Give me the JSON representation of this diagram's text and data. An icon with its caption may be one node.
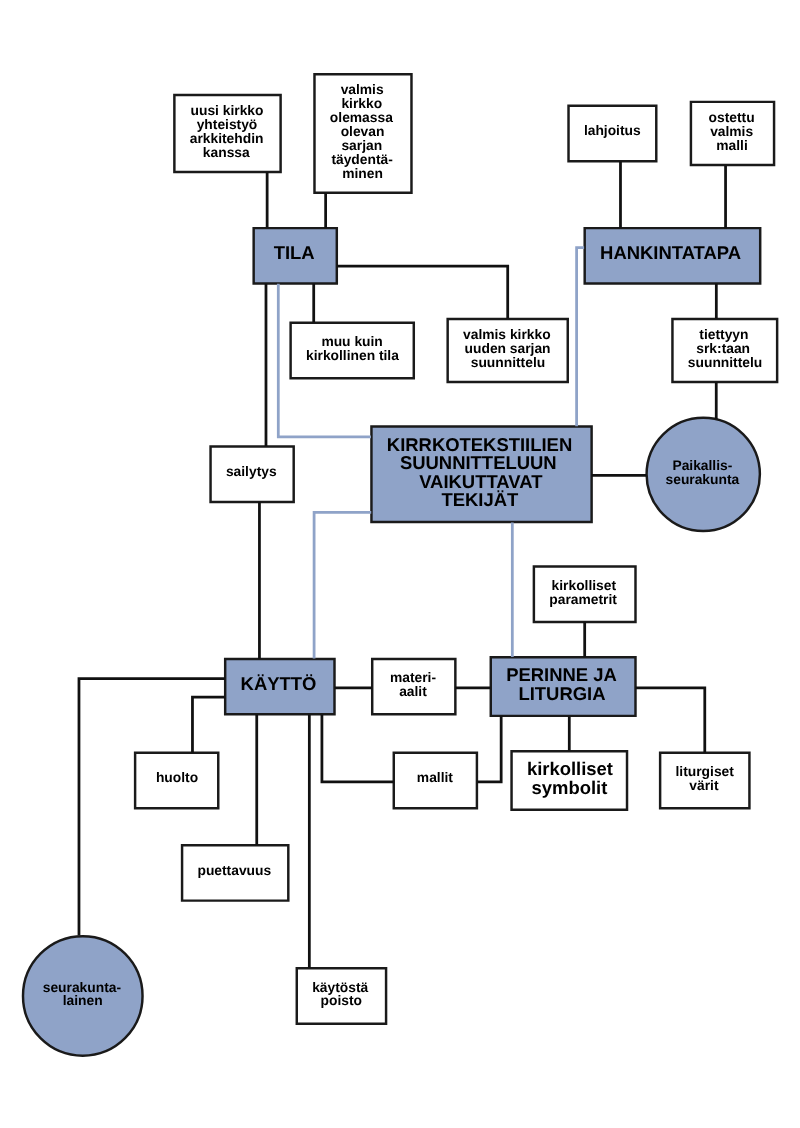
{
  "diagram": {
    "nodes": [
      {
        "text": [
          "uusi kirkko yhteistyö arkkitehdin kanssa"
        ]
      },
      {
        "text": [
          "valmis kirkko olemassa olevan sarjan täydentä-minen"
        ]
      },
      {
        "text": [
          "lahjoitus"
        ]
      },
      {
        "text": [
          "ostettu valmis malli"
        ]
      },
      {
        "text": [
          "TILA"
        ]
      },
      {
        "text": [
          "HANKINTATAPA"
        ]
      },
      {
        "text": [
          "muu kuin kirkollinen tila"
        ]
      },
      {
        "text": [
          "valmis kirkko uuden sarjan suunnittelu"
        ]
      },
      {
        "text": [
          "tiettyyn srk:taan suunnittelu"
        ]
      },
      {
        "text": [
          "Paikallis-seurakunta"
        ]
      },
      {
        "text": [
          "KIRRKOTEKSTIILIEN SUUNNITTELUUN VAIKUTTAVAT TEKIJÄT"
        ]
      },
      {
        "text": [
          "sailytys"
        ]
      },
      {
        "text": [
          "kirkolliset parametrit"
        ]
      },
      {
        "text": [
          "KÄYTTÖ"
        ]
      },
      {
        "text": [
          "materi-aalit"
        ]
      },
      {
        "text": [
          "PERINNE JA LITURGIA"
        ]
      },
      {
        "text": [
          "huolto"
        ]
      },
      {
        "text": [
          "mallit"
        ]
      },
      {
        "text": [
          "puettavuus"
        ]
      },
      {
        "text": [
          "liturgiset värit"
        ]
      },
      {
        "text": [
          "kirkolliset symbolit"
        ]
      },
      {
        "text": [
          "käytöstä poisto"
        ]
      },
      {
        "text": [
          "seurakunta-lainen"
        ]
      }
    ],
    "edges": [
      {
        "from": 4,
        "to": 10,
        "arrow": "none",
        "color": "#8fa3c8"
      },
      {
        "from": 5,
        "to": 10,
        "arrow": "none",
        "color": "#8fa3c8"
      },
      {
        "from": 10,
        "to": 13,
        "arrow": "none",
        "color": "#8fa3c8"
      },
      {
        "from": 10,
        "to": 15,
        "arrow": "none",
        "color": "#8fa3c8"
      },
      {
        "from": 0,
        "to": 4,
        "arrow": "none"
      },
      {
        "from": 1,
        "to": 4,
        "arrow": "none"
      },
      {
        "from": 2,
        "to": 5,
        "arrow": "none"
      },
      {
        "from": 3,
        "to": 5,
        "arrow": "none"
      },
      {
        "from": 4,
        "to": 6,
        "arrow": "none"
      },
      {
        "from": 4,
        "to": 7,
        "arrow": "none"
      },
      {
        "from": 5,
        "to": 8,
        "arrow": "none"
      },
      {
        "from": 8,
        "to": 9,
        "arrow": "none"
      },
      {
        "from": 10,
        "to": 9,
        "arrow": "none"
      },
      {
        "from": 4,
        "to": 11,
        "arrow": "none"
      },
      {
        "from": 11,
        "to": 13,
        "arrow": "none"
      },
      {
        "from": 12,
        "to": 15,
        "arrow": "none"
      },
      {
        "from": 13,
        "to": 14,
        "arrow": "none"
      },
      {
        "from": 14,
        "to": 15,
        "arrow": "none"
      },
      {
        "from": 13,
        "to": 16,
        "arrow": "none"
      },
      {
        "from": 13,
        "to": 17,
        "arrow": "none"
      },
      {
        "from": 15,
        "to": 17,
        "arrow": "none"
      },
      {
        "from": 13,
        "to": 18,
        "arrow": "none"
      },
      {
        "from": 13,
        "to": 21,
        "arrow": "none"
      },
      {
        "from": 13,
        "to": 22,
        "arrow": "none"
      },
      {
        "from": 15,
        "to": 19,
        "arrow": "none"
      },
      {
        "from": 15,
        "to": 20,
        "arrow": "none"
      }
    ]
  }
}
